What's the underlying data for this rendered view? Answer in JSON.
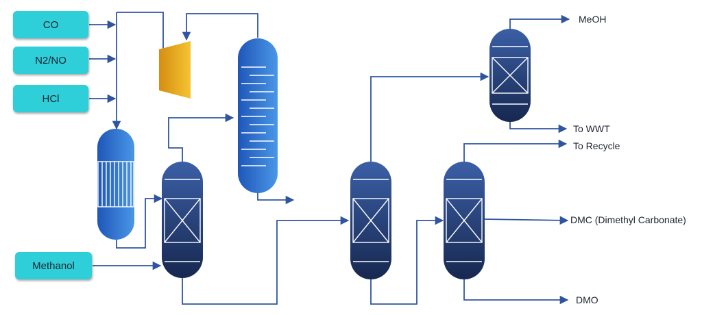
{
  "feeds": {
    "co": "CO",
    "n2no": "N2/NO",
    "hcl": "HCl",
    "methanol": "Methanol"
  },
  "outputs": {
    "meoh": "MeOH",
    "wwt": "To WWT",
    "recycle": "To Recycle",
    "dmc": "DMC (Dimethyl Carbonate)",
    "dmo": "DMO"
  },
  "colors": {
    "feed_box": "#2ecfd8",
    "pipe": "#2f55a0",
    "vessel_dark": "#1b2e5c",
    "vessel_light": "#3f7ad4",
    "compressor": "#e8a51c"
  }
}
